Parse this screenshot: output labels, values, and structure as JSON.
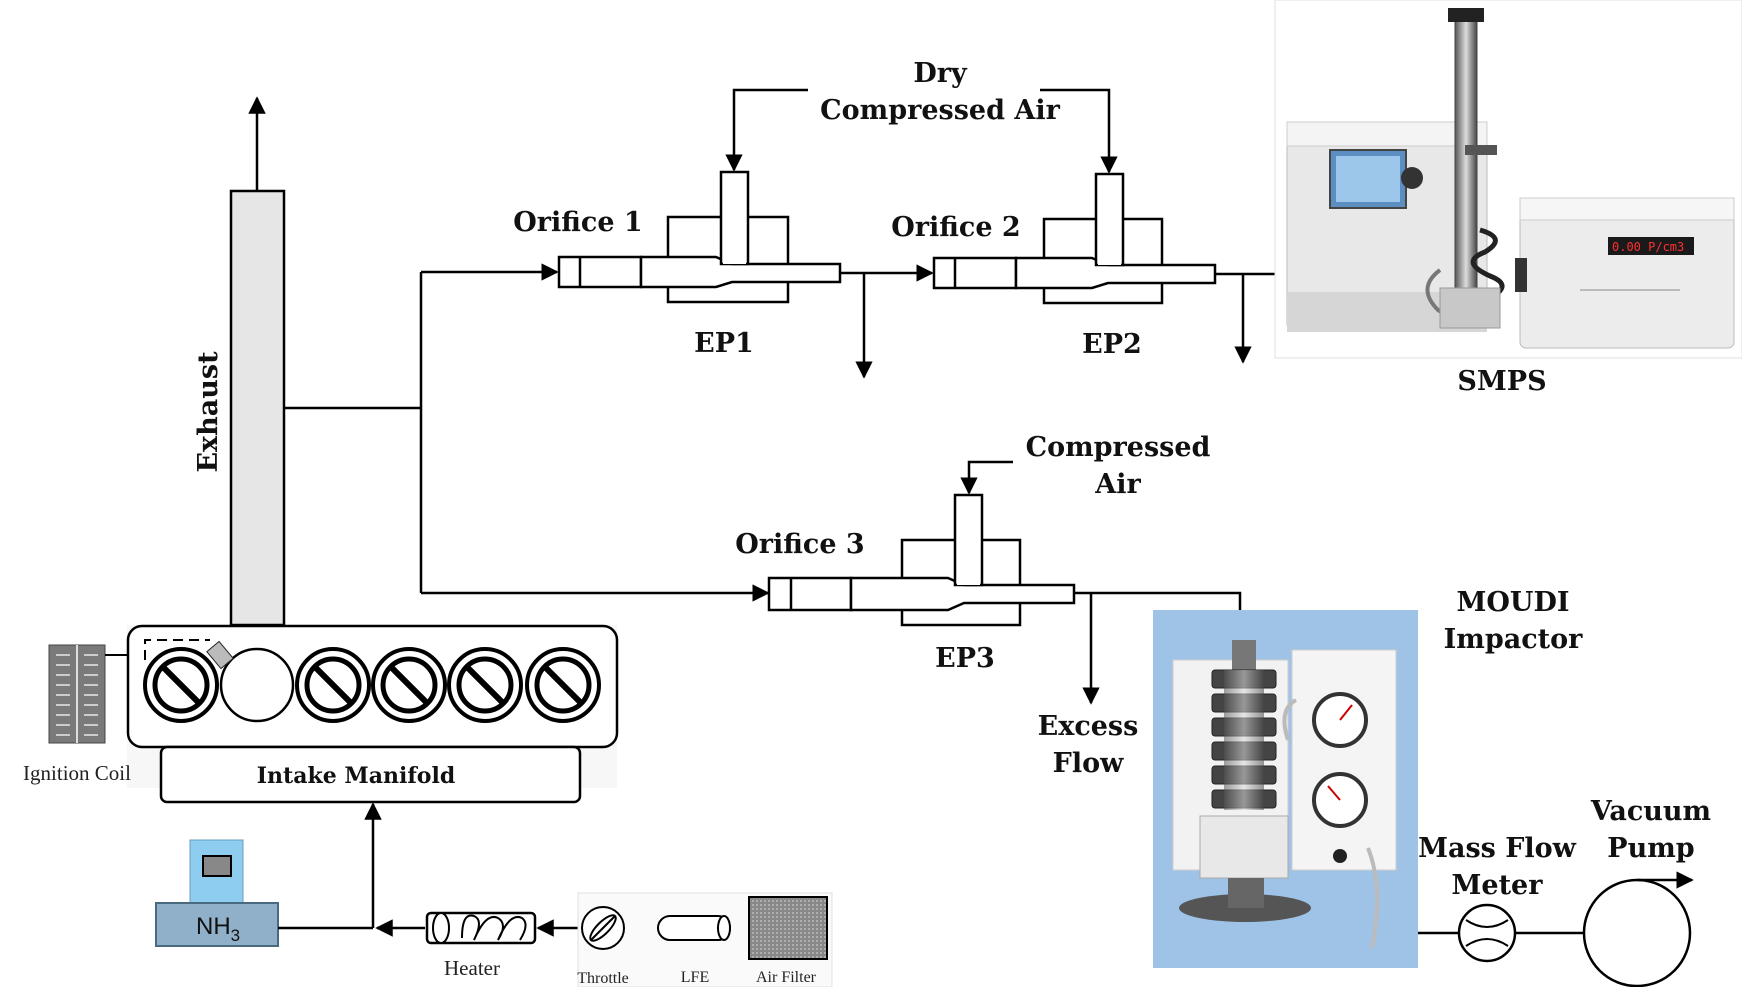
{
  "labels": {
    "dry_compressed_air_line1": "Dry",
    "dry_compressed_air_line2": "Compressed Air",
    "orifice1": "Orifice 1",
    "orifice2": "Orifice 2",
    "orifice3": "Orifice 3",
    "ep1": "EP1",
    "ep2": "EP2",
    "ep3": "EP3",
    "smps": "SMPS",
    "exhaust": "Exhaust",
    "compressed_air_line1": "Compressed",
    "compressed_air_line2": "Air",
    "moudi_line1": "MOUDI",
    "moudi_line2": "Impactor",
    "excess_flow_line1": "Excess",
    "excess_flow_line2": "Flow",
    "ignition_coil": "Ignition Coil",
    "intake_manifold": "Intake Manifold",
    "nh3_base": "NH",
    "nh3_sub": "3",
    "heater": "Heater",
    "throttle": "Throttle",
    "lfe": "LFE",
    "air_filter": "Air Filter",
    "mass_flow_meter_line1": "Mass Flow",
    "mass_flow_meter_line2": "Meter",
    "vacuum_pump_line1": "Vacuum",
    "vacuum_pump_line2": "Pump",
    "smps_display": "0.00 P/cm3"
  },
  "colors": {
    "exhaust_fill": "#e6e6e6",
    "nh3_tank": "#8fb0c8",
    "nh3_top": "#8ecdf0",
    "moudi_bg": "#9fc3e6",
    "filter_fill": "#9a9a9a",
    "coil_fill": "#7a7a7a"
  }
}
